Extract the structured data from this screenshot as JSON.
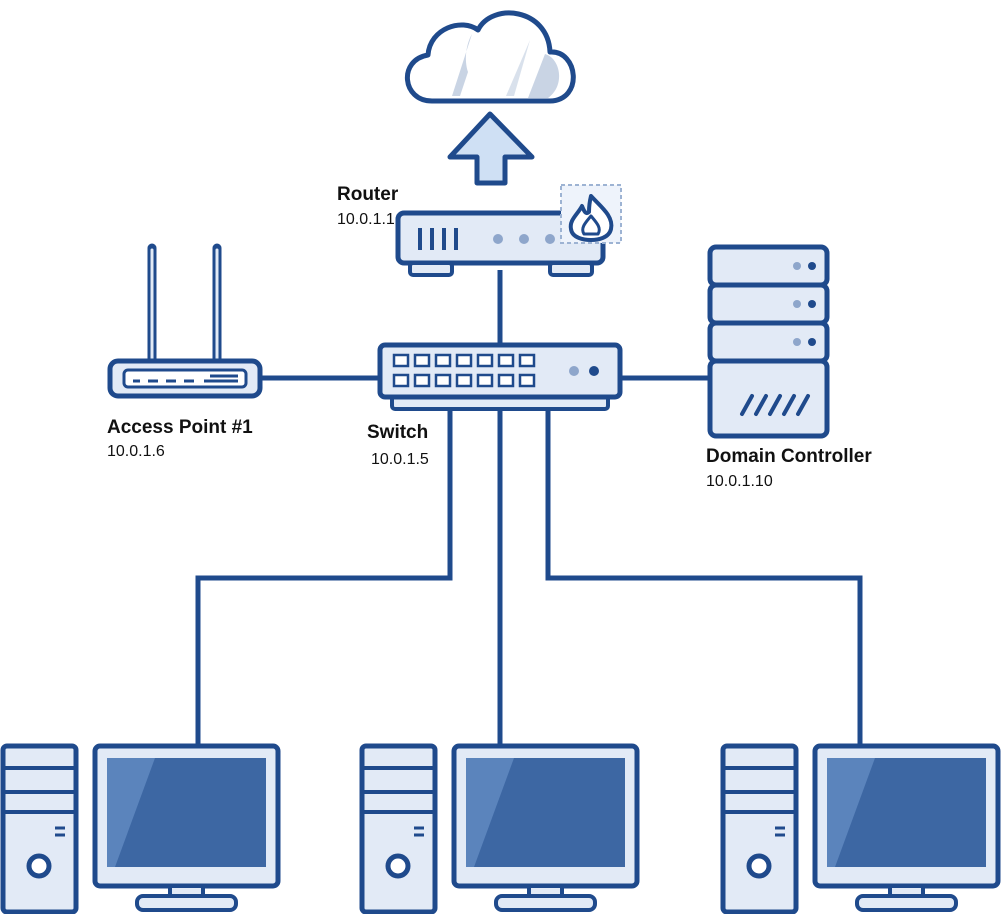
{
  "colors": {
    "stroke": "#1f4a8c",
    "fill_light": "#e2eaf6",
    "fill_mid": "#c8d6ea",
    "screen": "#3d67a3",
    "screen_shade": "#5b84bc",
    "cloud_shade": "#c9d4e4",
    "arrow_fill": "#cfe0f4",
    "firewall_bg": "#eef3fb"
  },
  "nodes": {
    "router": {
      "name": "Router",
      "ip": "10.0.1.1"
    },
    "switch": {
      "name": "Switch",
      "ip": "10.0.1.5"
    },
    "access_point": {
      "name": "Access Point #1",
      "ip": "10.0.1.6"
    },
    "domain_controller": {
      "name": "Domain Controller",
      "ip": "10.0.1.10"
    }
  },
  "icons": [
    "cloud-icon",
    "upload-arrow-icon",
    "router-icon",
    "firewall-icon",
    "switch-icon",
    "access-point-icon",
    "server-icon",
    "workstation-icon"
  ]
}
